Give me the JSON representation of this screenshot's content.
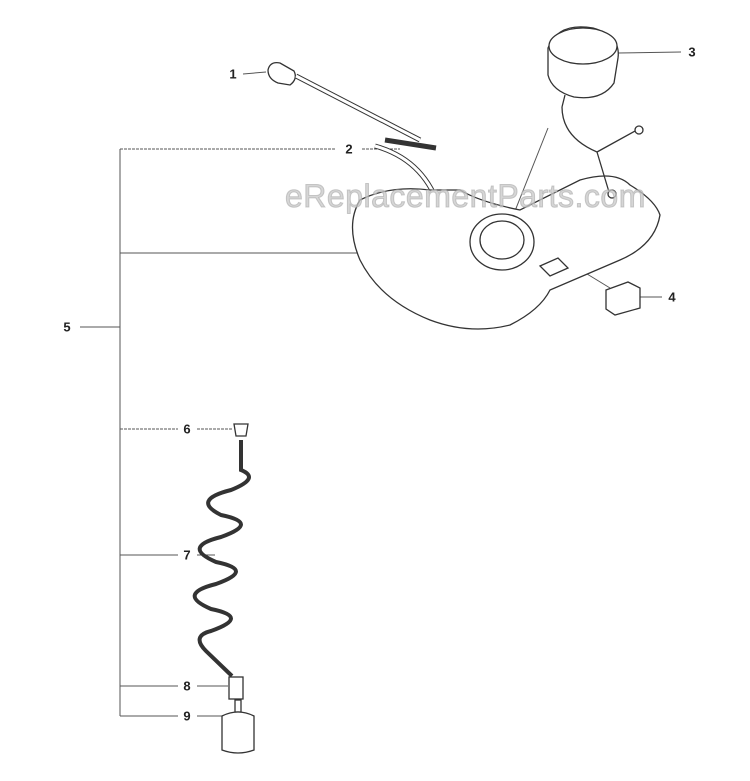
{
  "diagram": {
    "callouts": [
      "1",
      "2",
      "3",
      "4",
      "5",
      "6",
      "7",
      "8",
      "9"
    ],
    "watermark": "eReplacementParts.com",
    "line_color": "#444444"
  }
}
